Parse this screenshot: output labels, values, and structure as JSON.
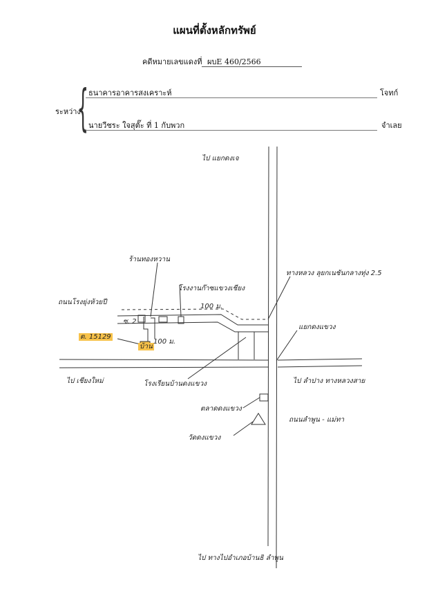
{
  "header": {
    "title": "แผนที่ตั้งหลักทรัพย์",
    "case_label": "คดีหมายเลขแดงที่",
    "case_number": "ผบE 460/2566"
  },
  "parties": {
    "between_label": "ระหว่าง",
    "plaintiff": "ธนาคารอาคารสงเคราะห์",
    "plaintiff_role": "โจทก์",
    "defendant": "นายวีชระ  ใจสุตั๊ะ  ที่ 1 กับพวก",
    "defendant_role": "จำเลย"
  },
  "map": {
    "label_north": "ไป แยกดงเจ",
    "label_landmark_shop": "ร้านทองหวาน",
    "label_road_left": "ถนนโรงยุ่งห้วยปี",
    "label_cow_company": "โรงงานก๊าซแขวงเชียง",
    "label_intersection_sign": "ทางหลวง ลุยกเนชันกลางทุ่ง 2.5",
    "label_distance_top": "100 ม.",
    "label_lane": "ซ. 2",
    "label_plot_number": "ต. 15129",
    "label_plot_id": "บ้าน",
    "label_distance_plot": "100 ม.",
    "label_junction": "แยกดงแขวง",
    "label_west": "ไป เชียงใหม่",
    "label_east": "ไป ลำปาง ทางหลวงสาย",
    "label_school": "โรงเรียนบ้านดงแขวง",
    "label_market": "ตลาดดงแขวง",
    "label_road_right": "ถนนลำพูน - แม่ทา",
    "label_temple": "วัดดงแขวง",
    "label_south": "ไป ทางไปอำเภอบ้านธิ ลำพูน"
  },
  "colors": {
    "highlight": "#f7c24a",
    "ink": "#222222"
  }
}
